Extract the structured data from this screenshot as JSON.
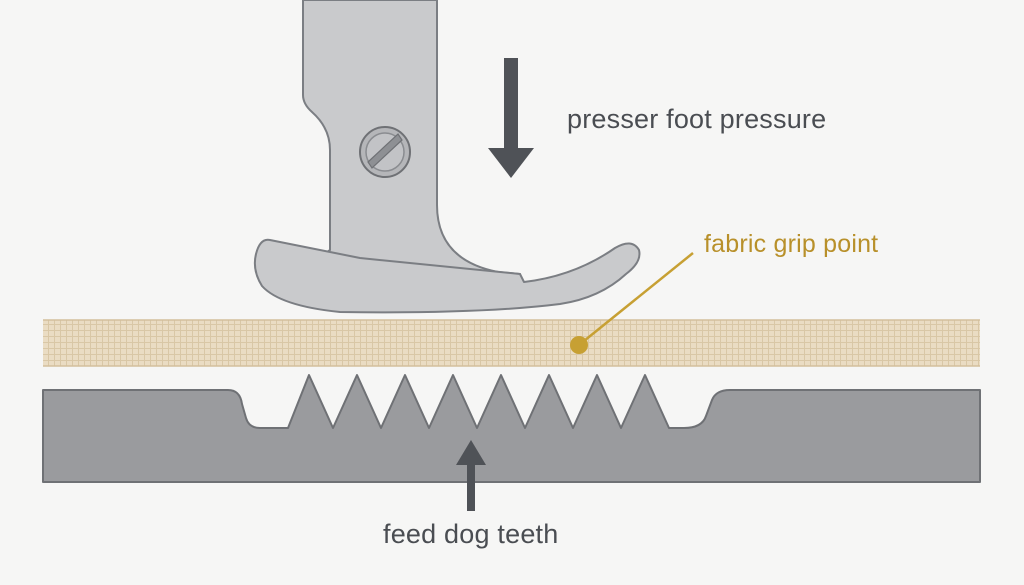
{
  "labels": {
    "presser_foot_pressure": "presser foot pressure",
    "fabric_grip_point": "fabric grip point",
    "feed_dog_teeth": "feed dog teeth"
  },
  "colors": {
    "background": "#f6f6f5",
    "presser_foot": "#c9cacc",
    "presser_foot_outline": "#7b7e83",
    "fabric": "#eadcc3",
    "fabric_grid": "#d9c7a6",
    "feed_dog": "#9a9b9e",
    "feed_dog_outline": "#6f7175",
    "arrow": "#4f5257",
    "grip_point": "#c7a033",
    "text": "#4a4d52"
  },
  "icons": {
    "screw": "screw-icon",
    "pressure_arrow": "arrow-down-icon",
    "feed_arrow": "arrow-up-icon"
  }
}
